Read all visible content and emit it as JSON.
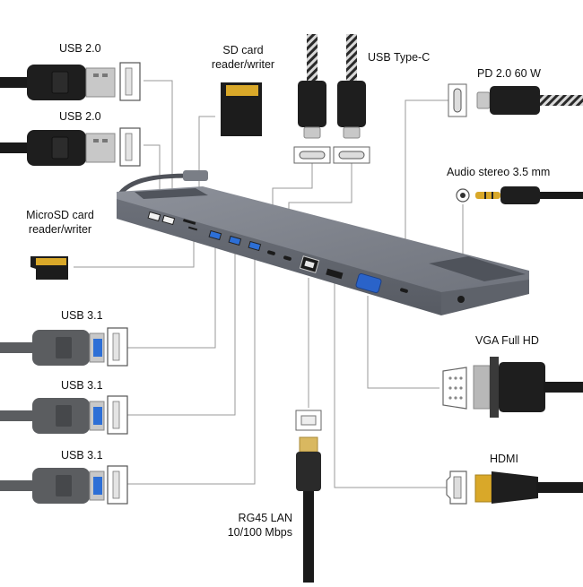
{
  "labels": {
    "usb20_a": "USB 2.0",
    "usb20_b": "USB 2.0",
    "sd_line1": "SD card",
    "sd_line2": "reader/writer",
    "usbc": "USB Type-C",
    "pd": "PD 2.0 60 W",
    "audio": "Audio stereo 3.5 mm",
    "microsd_line1": "MicroSD card",
    "microsd_line2": "reader/writer",
    "usb31_a": "USB 3.1",
    "usb31_b": "USB 3.1",
    "usb31_c": "USB 3.1",
    "vga": "VGA Full HD",
    "hdmi": "HDMI",
    "lan_line1": "RG45 LAN",
    "lan_line2": "10/100 Mbps"
  },
  "colors": {
    "hub_body": "#7c8089",
    "hub_dark": "#5d6169",
    "cable_black": "#1a1a1a",
    "cable_grey": "#5b5d60",
    "usb3_blue": "#2d6fd6",
    "vga_blue": "#2a63c9",
    "gold": "#d9a829",
    "leader": "#9a9a9a"
  }
}
